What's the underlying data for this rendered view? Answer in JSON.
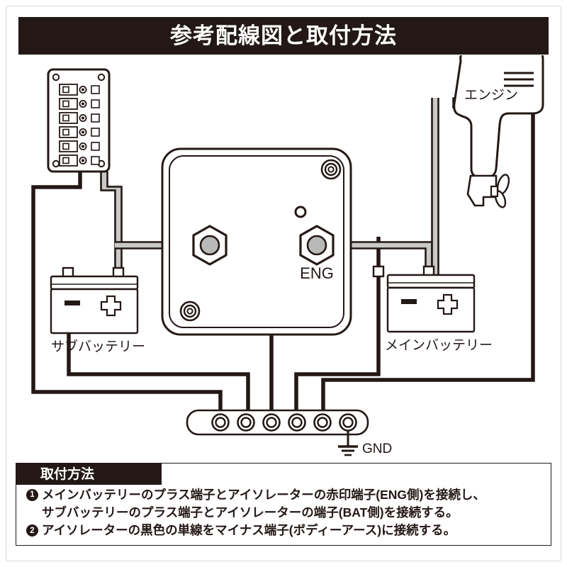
{
  "header": {
    "title": "参考配線図と取付方法"
  },
  "diagram": {
    "labels": {
      "engine": "エンジン",
      "sub_battery": "サブバッテリー",
      "main_battery": "メインバッテリー",
      "isolator_eng_terminal": "ENG",
      "ground": "GND"
    },
    "battery_marks": {
      "negative": "minus-bar",
      "positive": "plus-cross"
    },
    "switch_panel": {
      "rows": 6,
      "parts": [
        "rocker-switch",
        "led-indicator",
        "label-plate"
      ]
    },
    "bus_bar": {
      "terminal_count": 6
    },
    "colors": {
      "ink": "#231815",
      "wire_black": "#231815",
      "wire_gray_fill": "#c9c9c9",
      "panel_fill": "#ffffff",
      "bolt_fill": "#b9b9b9",
      "title_bg": "#231815",
      "title_text": "#ffffff"
    }
  },
  "instructions": {
    "header": "取付方法",
    "items": [
      {
        "number": "1",
        "bullet": "❶",
        "line1": "メインバッテリーのプラス端子とアイソレーターの赤印端子(ENG側)を接続し、",
        "line2": "サブバッテリーのプラス端子とアイソレーターの端子(BAT側)を接続する。"
      },
      {
        "number": "2",
        "bullet": "❷",
        "line1": "アイソレーターの黒色の単線をマイナス端子(ボディーアース)に接続する。",
        "line2": ""
      }
    ]
  }
}
